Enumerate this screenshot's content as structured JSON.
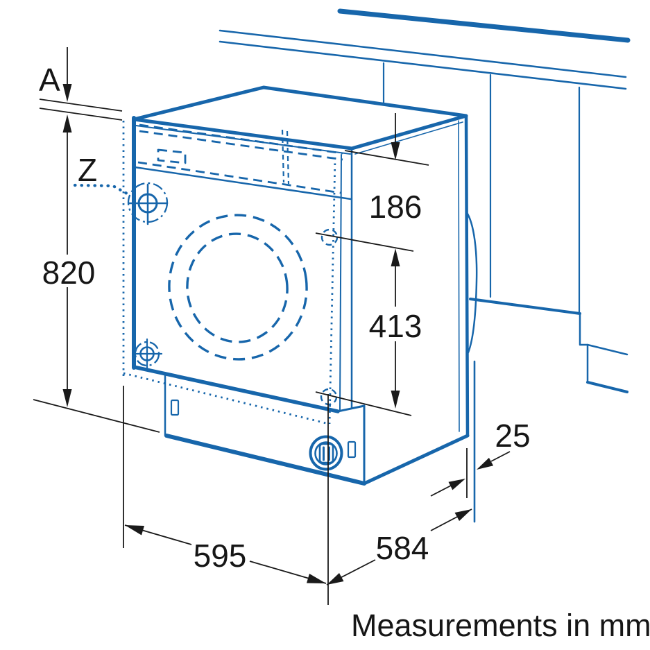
{
  "diagram": {
    "units_note": "Measurements in mm",
    "labels": {
      "gap": "A",
      "detail": "Z"
    },
    "dimensions": {
      "height": "820",
      "control_panel": "186",
      "door_span": "413",
      "furniture_door_thickness": "25",
      "width": "595",
      "depth": "584"
    },
    "colors": {
      "drawing_blue": "#1766ab",
      "dimension_black": "#1a1a1a",
      "background": "#ffffff"
    }
  }
}
